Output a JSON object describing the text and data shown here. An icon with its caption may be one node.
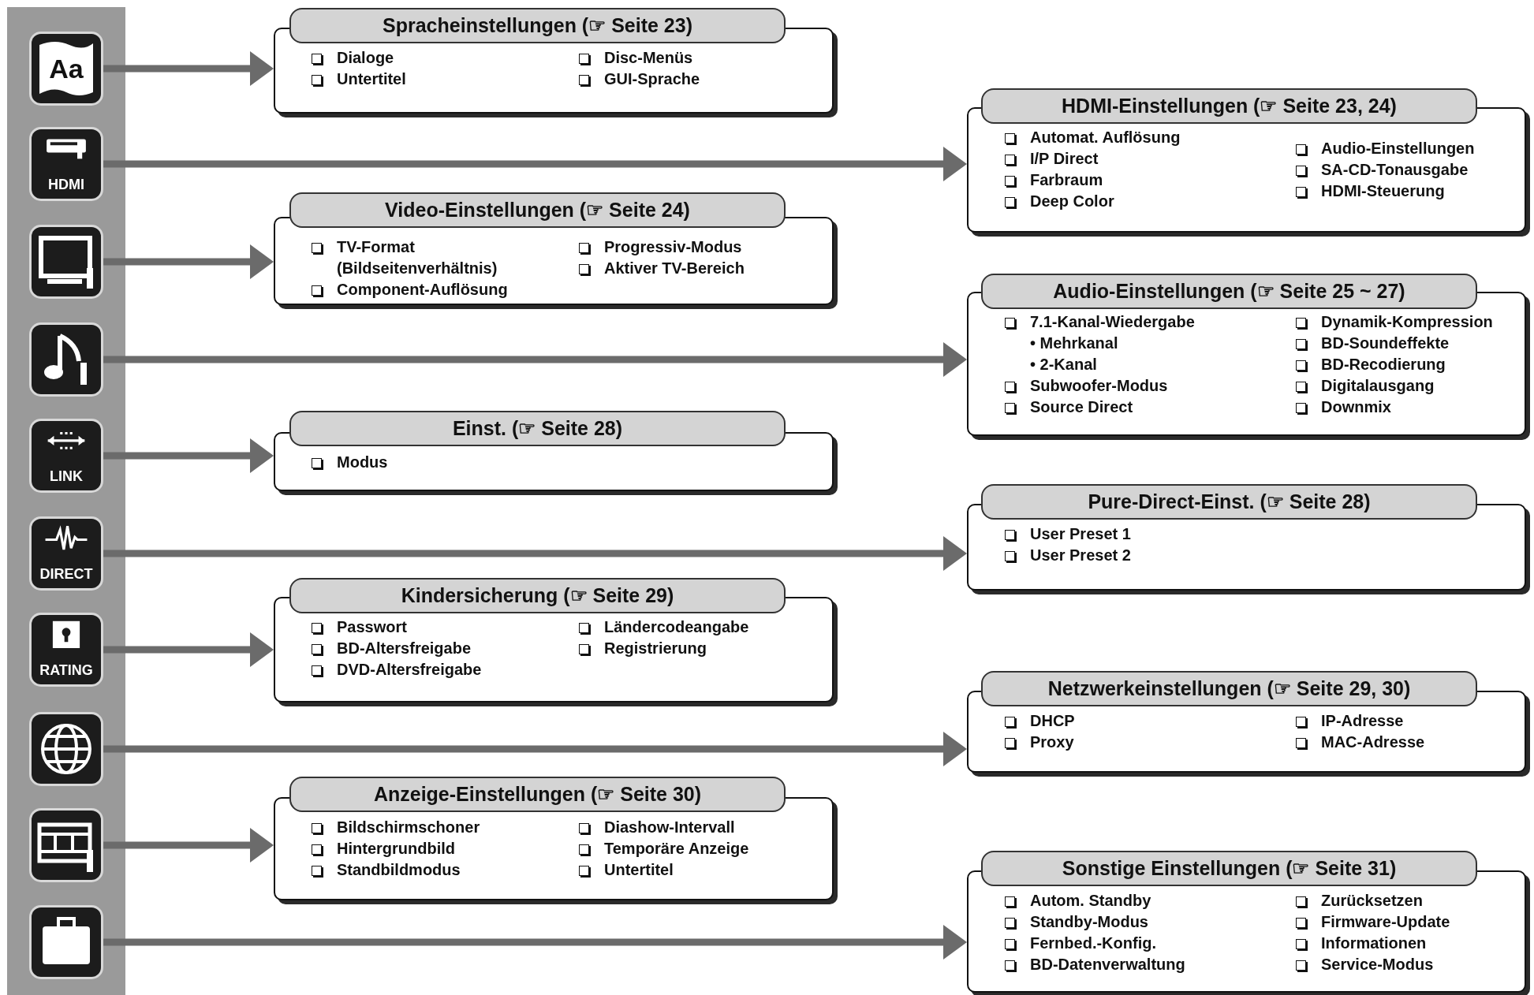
{
  "diagram": {
    "nodes": [
      {
        "text": [
          "Aa"
        ]
      },
      {
        "text": [
          "HDMI"
        ]
      },
      {
        "text": [],
        "shape": "box"
      },
      {
        "text": [],
        "shape": "box"
      },
      {
        "text": [
          "LINK"
        ]
      },
      {
        "text": [
          "DIRECT"
        ]
      },
      {
        "text": [
          "RATING"
        ]
      },
      {
        "text": [],
        "shape": "box"
      },
      {
        "text": [],
        "shape": "box"
      },
      {
        "text": [],
        "shape": "box"
      },
      {
        "text": [
          "Spracheinstellungen (☞ Seite 23)",
          "Dialoge",
          "Untertitel",
          "Disc-Menüs",
          "GUI-Sprache"
        ]
      },
      {
        "text": [
          "HDMI-Einstellungen (☞ Seite 23, 24)",
          "Automat. Auflösung",
          "I/P Direct",
          "Farbraum",
          "Deep Color",
          "Audio-Einstellungen",
          "SA-CD-Tonausgabe",
          "HDMI-Steuerung"
        ]
      },
      {
        "text": [
          "Video-Einstellungen (☞ Seite 24)",
          "TV-Format (Bildseitenverhältnis)",
          "Component-Auflösung",
          "Progressiv-Modus",
          "Aktiver TV-Bereich"
        ]
      },
      {
        "text": [
          "Audio-Einstellungen (☞ Seite 25 ~ 27)",
          "7.1-Kanal-Wiedergabe",
          "• Mehrkanal",
          "• 2-Kanal",
          "Subwoofer-Modus",
          "Source Direct",
          "Dynamik-Kompression",
          "BD-Soundeffekte",
          "BD-Recodierung",
          "Digitalausgang",
          "Downmix"
        ]
      },
      {
        "text": [
          "Einst. (☞ Seite 28)",
          "Modus"
        ]
      },
      {
        "text": [
          "Pure-Direct-Einst. (☞ Seite 28)",
          "User Preset 1",
          "User Preset 2"
        ]
      },
      {
        "text": [
          "Kindersicherung (☞ Seite 29)",
          "Passwort",
          "BD-Altersfreigabe",
          "DVD-Altersfreigabe",
          "Ländercodeangabe",
          "Registrierung"
        ]
      },
      {
        "text": [
          "Netzwerkeinstellungen (☞ Seite 29, 30)",
          "DHCP",
          "Proxy",
          "IP-Adresse",
          "MAC-Adresse"
        ]
      },
      {
        "text": [
          "Anzeige-Einstellungen (☞ Seite 30)",
          "Bildschirmschoner",
          "Hintergrundbild",
          "Standbildmodus",
          "Diashow-Intervall",
          "Temporäre Anzeige",
          "Untertitel"
        ]
      },
      {
        "text": [
          "Sonstige Einstellungen (☞ Seite 31)",
          "Autom. Standby",
          "Standby-Modus",
          "Fernbed.-Konfig.",
          "BD-Datenverwaltung",
          "Zurücksetzen",
          "Firmware-Update",
          "Informationen",
          "Service-Modus"
        ]
      }
    ],
    "edges": [
      {
        "from": 0,
        "to": 10,
        "arrow": "to"
      },
      {
        "from": 1,
        "to": 11,
        "arrow": "to"
      },
      {
        "from": 2,
        "to": 12,
        "arrow": "to"
      },
      {
        "from": 3,
        "to": 13,
        "arrow": "to"
      },
      {
        "from": 4,
        "to": 14,
        "arrow": "to"
      },
      {
        "from": 5,
        "to": 15,
        "arrow": "to"
      },
      {
        "from": 6,
        "to": 16,
        "arrow": "to"
      },
      {
        "from": 7,
        "to": 17,
        "arrow": "to"
      },
      {
        "from": 8,
        "to": 18,
        "arrow": "to"
      },
      {
        "from": 9,
        "to": 19,
        "arrow": "to"
      }
    ]
  }
}
